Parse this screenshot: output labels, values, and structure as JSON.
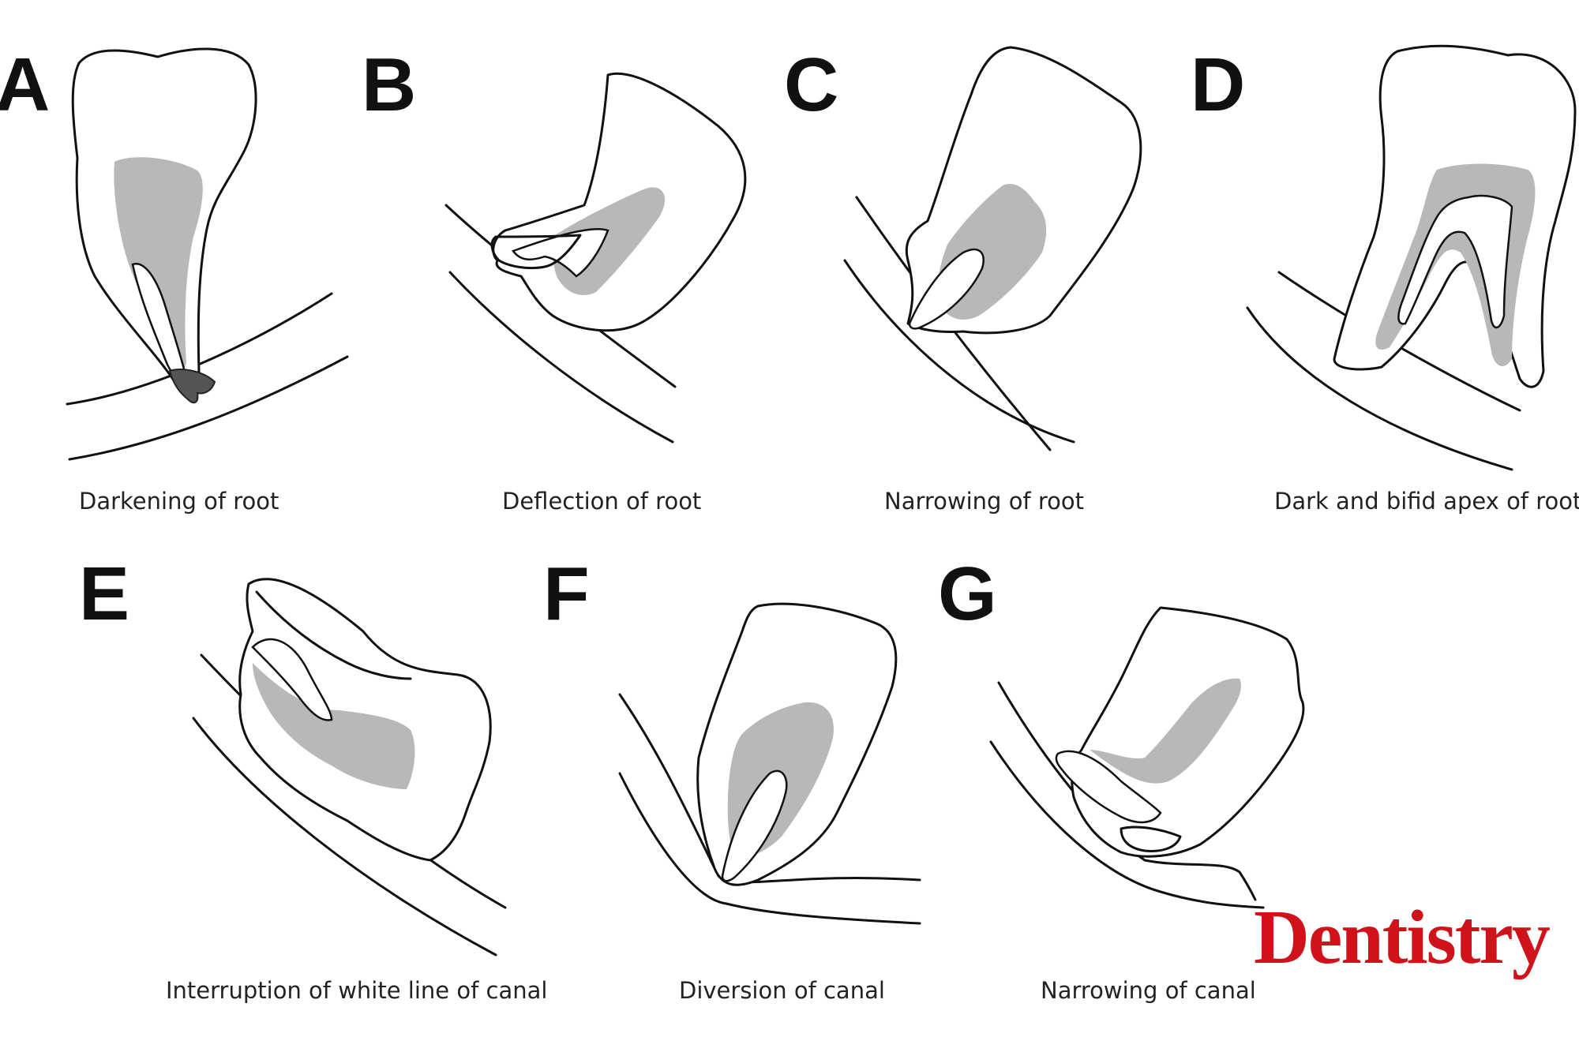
{
  "panels": [
    {
      "letter": "A",
      "caption": "Darkening of root"
    },
    {
      "letter": "B",
      "caption": "Deflection of root"
    },
    {
      "letter": "C",
      "caption": "Narrowing of root"
    },
    {
      "letter": "D",
      "caption": "Dark and bifid apex of root"
    },
    {
      "letter": "E",
      "caption": "Interruption of white line of canal"
    },
    {
      "letter": "F",
      "caption": "Diversion of canal"
    },
    {
      "letter": "G",
      "caption": "Narrowing of canal"
    }
  ],
  "watermark": {
    "text": "Dentistry",
    "color": "#d0121b"
  },
  "colors": {
    "line": "#111111",
    "pulp": "#b8b8b8",
    "dark_apex": "#555555"
  }
}
